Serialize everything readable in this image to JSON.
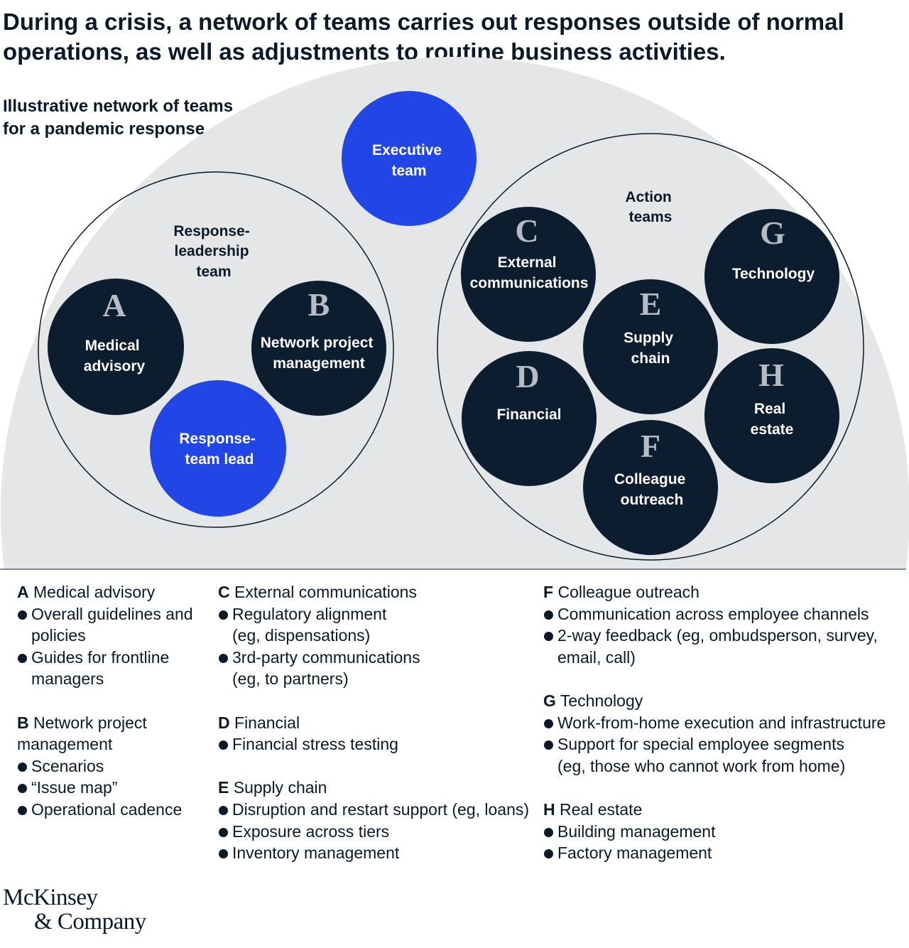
{
  "title": "During a crisis, a network of teams carries out responses outside of normal operations, as well as adjustments to routine business activities.",
  "subtitle_lines": [
    "Illustrative network of teams",
    "for a pandemic response"
  ],
  "colors": {
    "dark_circle": "#0b1d2e",
    "accent_blue": "#2246e6",
    "background_dome": "#e5e6e8",
    "text": "#0b1929",
    "letter_gray": "#b7bcc4"
  },
  "diagram": {
    "executive": {
      "lines": [
        "Executive",
        "team"
      ]
    },
    "response_group": {
      "lines": [
        "Response-",
        "leadership",
        "team"
      ]
    },
    "action_group": {
      "lines": [
        "Action",
        "teams"
      ]
    },
    "response_lead": {
      "lines": [
        "Response-",
        "team lead"
      ]
    },
    "teams": [
      {
        "letter": "A",
        "lines": [
          "Medical",
          "advisory"
        ]
      },
      {
        "letter": "B",
        "lines": [
          "Network project",
          "management"
        ]
      },
      {
        "letter": "C",
        "lines": [
          "External",
          "communications"
        ]
      },
      {
        "letter": "D",
        "lines": [
          "Financial"
        ]
      },
      {
        "letter": "E",
        "lines": [
          "Supply",
          "chain"
        ]
      },
      {
        "letter": "F",
        "lines": [
          "Colleague",
          "outreach"
        ]
      },
      {
        "letter": "G",
        "lines": [
          "Technology"
        ]
      },
      {
        "letter": "H",
        "lines": [
          "Real",
          "estate"
        ]
      }
    ]
  },
  "legend": {
    "A": {
      "letter": "A",
      "name": "Medical advisory",
      "items": [
        "Overall guidelines and policies",
        "Guides for frontline managers"
      ]
    },
    "B": {
      "letter": "B",
      "name": "Network project management",
      "items": [
        "Scenarios",
        "“Issue map”",
        "Operational cadence"
      ]
    },
    "C": {
      "letter": "C",
      "name": "External communications",
      "items": [
        "Regulatory alignment (eg, dispensations)",
        "3rd-party communications (eg, to partners)"
      ]
    },
    "D": {
      "letter": "D",
      "name": "Financial",
      "items": [
        "Financial stress testing"
      ]
    },
    "E": {
      "letter": "E",
      "name": "Supply chain",
      "items": [
        "Disruption and restart support (eg, loans)",
        "Exposure across tiers",
        "Inventory management"
      ]
    },
    "F": {
      "letter": "F",
      "name": "Colleague outreach",
      "items": [
        "Communication across employee channels",
        "2-way feedback (eg, ombudsperson, survey, email, call)"
      ]
    },
    "G": {
      "letter": "G",
      "name": "Technology",
      "items": [
        "Work-from-home execution and infrastructure",
        "Support for special employee segments (eg, those who cannot work from home)"
      ]
    },
    "H": {
      "letter": "H",
      "name": "Real estate",
      "items": [
        "Building management",
        "Factory management"
      ]
    }
  },
  "logo_lines": [
    "McKinsey",
    "& Company"
  ]
}
